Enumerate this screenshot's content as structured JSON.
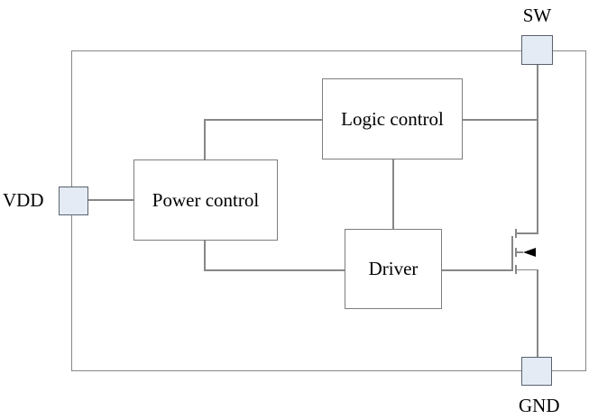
{
  "colors": {
    "background": "#ffffff",
    "wire": "#878787",
    "block-border": "#7d7d7d",
    "block-fill": "#ffffff",
    "pad-fill": "#e4ebf5",
    "pad-border": "#59616e",
    "text": "#000000",
    "arrow": "#000000"
  },
  "diagram": {
    "type": "power-switch-ic-block-diagram",
    "blocks": {
      "power_control": "Power control",
      "logic_control": "Logic control",
      "driver": "Driver"
    },
    "pins": {
      "vdd": "VDD",
      "sw": "SW",
      "gnd": "GND"
    },
    "icons": {
      "transistor": "nmos-transistor"
    }
  }
}
